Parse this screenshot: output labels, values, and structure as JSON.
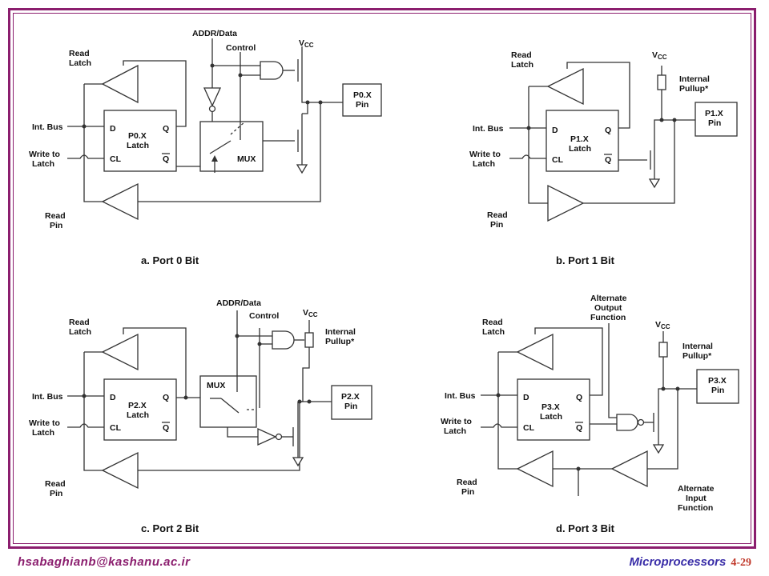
{
  "footer": {
    "email": "hsabaghianb@kashanu.ac.ir",
    "course": "Microprocessors",
    "page": "4-29"
  },
  "port0": {
    "caption": "a. Port 0 Bit",
    "read_latch": [
      "Read",
      "Latch"
    ],
    "int_bus": "Int. Bus",
    "write_to_latch": [
      "Write to",
      "Latch"
    ],
    "read_pin": [
      "Read",
      "Pin"
    ],
    "latch_d": "D",
    "latch_q": "Q",
    "latch_cl": "CL",
    "latch_qbar": "Q",
    "latch_name": [
      "P0.X",
      "Latch"
    ],
    "addr_data": "ADDR/Data",
    "control": "Control",
    "vcc": "V",
    "vcc_sub": "CC",
    "mux": "MUX",
    "pin": [
      "P0.X",
      "Pin"
    ]
  },
  "port1": {
    "caption": "b. Port 1 Bit",
    "read_latch": [
      "Read",
      "Latch"
    ],
    "int_bus": "Int. Bus",
    "write_to_latch": [
      "Write to",
      "Latch"
    ],
    "read_pin": [
      "Read",
      "Pin"
    ],
    "latch_d": "D",
    "latch_q": "Q",
    "latch_cl": "CL",
    "latch_qbar": "Q",
    "latch_name": [
      "P1.X",
      "Latch"
    ],
    "vcc": "V",
    "vcc_sub": "CC",
    "pullup": [
      "Internal",
      "Pullup*"
    ],
    "pin": [
      "P1.X",
      "Pin"
    ]
  },
  "port2": {
    "caption": "c. Port 2 Bit",
    "read_latch": [
      "Read",
      "Latch"
    ],
    "int_bus": "Int. Bus",
    "write_to_latch": [
      "Write to",
      "Latch"
    ],
    "read_pin": [
      "Read",
      "Pin"
    ],
    "latch_d": "D",
    "latch_q": "Q",
    "latch_cl": "CL",
    "latch_qbar": "Q",
    "latch_name": [
      "P2.X",
      "Latch"
    ],
    "addr_data": "ADDR/Data",
    "control": "Control",
    "vcc": "V",
    "vcc_sub": "CC",
    "pullup": [
      "Internal",
      "Pullup*"
    ],
    "mux": "MUX",
    "pin": [
      "P2.X",
      "Pin"
    ]
  },
  "port3": {
    "caption": "d. Port 3 Bit",
    "read_latch": [
      "Read",
      "Latch"
    ],
    "int_bus": "Int. Bus",
    "write_to_latch": [
      "Write to",
      "Latch"
    ],
    "read_pin": [
      "Read",
      "Pin"
    ],
    "latch_d": "D",
    "latch_q": "Q",
    "latch_cl": "CL",
    "latch_qbar": "Q",
    "latch_name": [
      "P3.X",
      "Latch"
    ],
    "alt_output": [
      "Alternate",
      "Output",
      "Function"
    ],
    "alt_input": [
      "Alternate",
      "Input",
      "Function"
    ],
    "vcc": "V",
    "vcc_sub": "CC",
    "pullup": [
      "Internal",
      "Pullup*"
    ],
    "pin": [
      "P3.X",
      "Pin"
    ]
  }
}
